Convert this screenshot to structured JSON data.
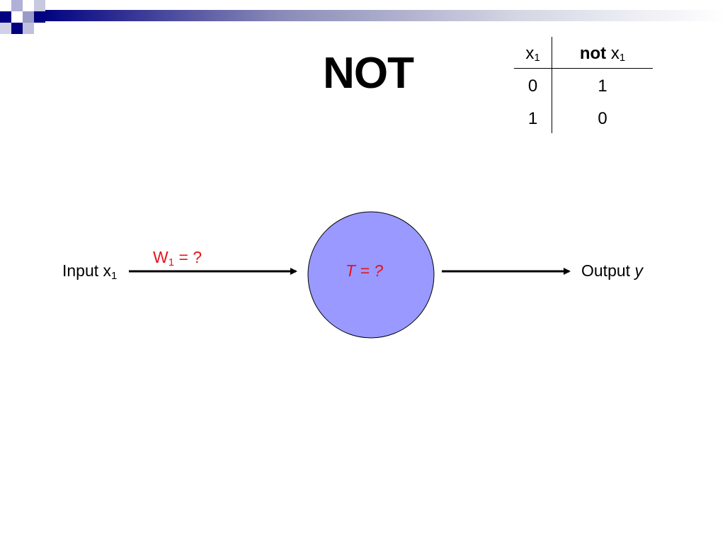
{
  "slide": {
    "title": "NOT"
  },
  "truth_table": {
    "header_input": "x",
    "header_input_sub": "1",
    "header_output_bold": "not",
    "header_output_var": "x",
    "header_output_sub": "1",
    "rows": [
      {
        "x1": "0",
        "out": "1"
      },
      {
        "x1": "1",
        "out": "0"
      }
    ]
  },
  "diagram": {
    "input_text": "Input x",
    "input_sub": "1",
    "weight_text": "W",
    "weight_sub": "1",
    "weight_value": " = ?",
    "threshold_text": "T = ?",
    "output_text": "Output ",
    "output_var": "y"
  },
  "colors": {
    "neuron_fill": "#9999ff",
    "label_red": "#e8131b",
    "header_dark": "#000080"
  }
}
